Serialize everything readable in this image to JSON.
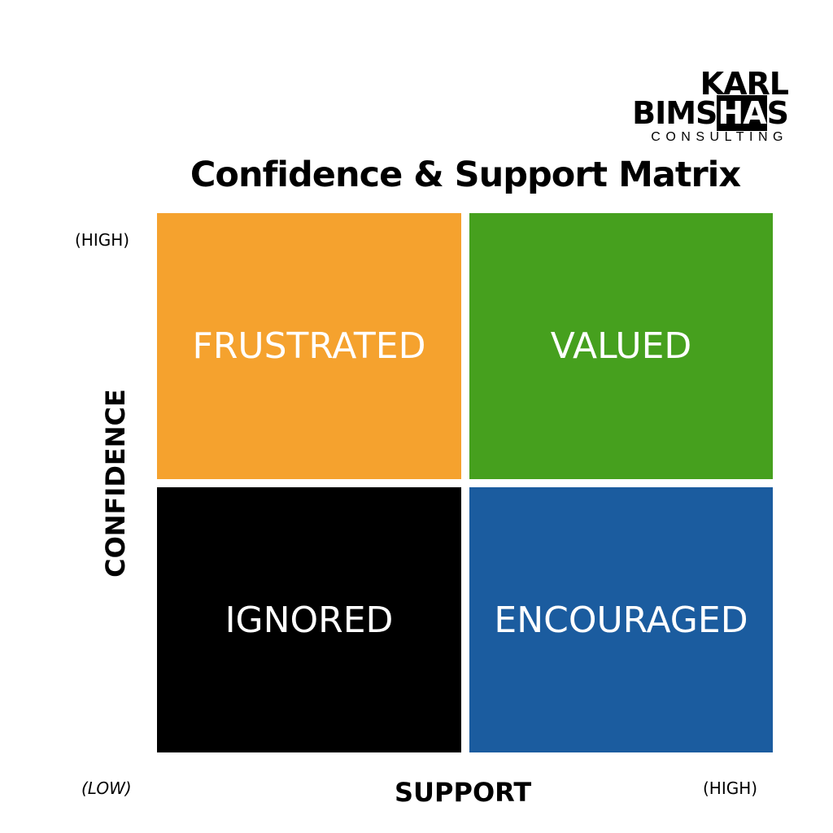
{
  "logo": {
    "line1": "KARL",
    "line2_a": "BIMS",
    "line2_b": "HA",
    "line2_c": "S",
    "line3": "CONSULTING"
  },
  "title": "Confidence & Support Matrix",
  "quadrants": [
    {
      "label": "FRUSTRATED",
      "color": "#F5A22E"
    },
    {
      "label": "VALUED",
      "color": "#46A01E"
    },
    {
      "label": "IGNORED",
      "color": "#000000"
    },
    {
      "label": "ENCOURAGED",
      "color": "#1B5C9F"
    }
  ],
  "y_axis": {
    "label": "CONFIDENCE",
    "high": "(HIGH)"
  },
  "x_axis": {
    "label": "SUPPORT",
    "low": "(LOW)",
    "high": "(HIGH)"
  }
}
